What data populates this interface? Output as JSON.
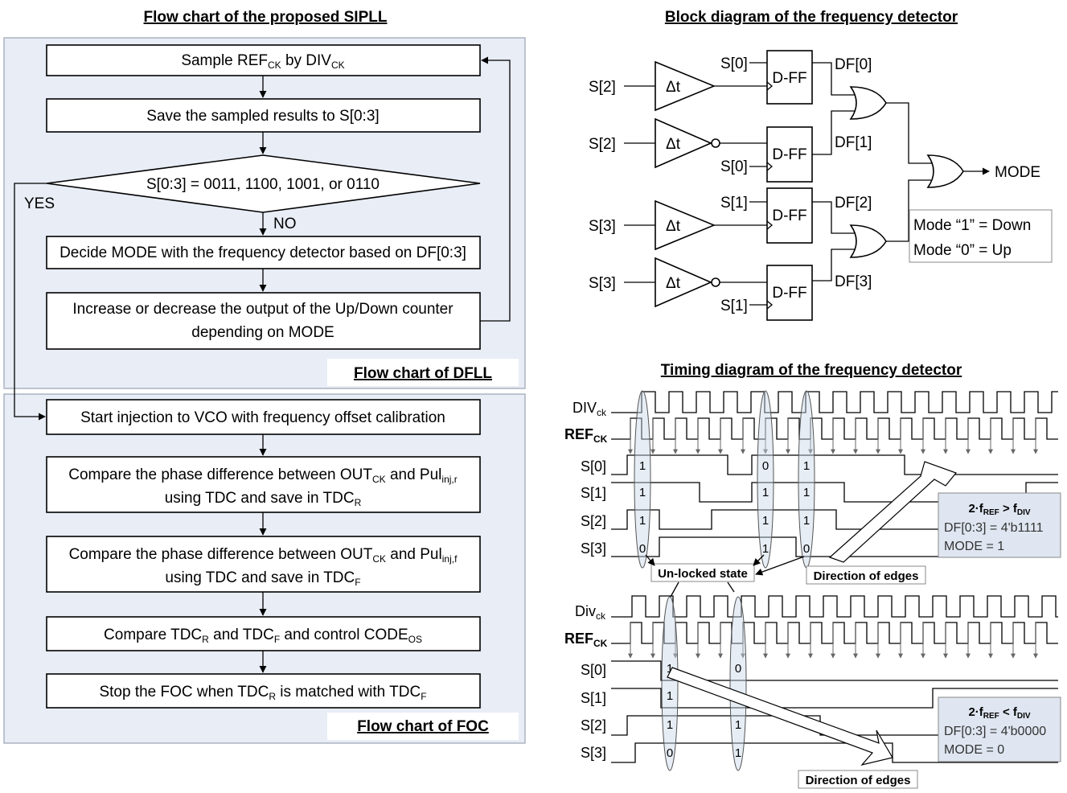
{
  "titles": {
    "flowchart": "Flow chart of the proposed SIPLL",
    "block_diagram": "Block diagram of the frequency detector",
    "timing": "Timing diagram of the frequency detector"
  },
  "dfll": {
    "section_label": "Flow chart of DFLL",
    "step1_main": "Sample REF",
    "step1_sub1": "CK",
    "step1_mid": " by DIV",
    "step1_sub2": "CK",
    "step2": "Save the sampled results to S[0:3]",
    "decision": "S[0:3] = 0011, 1100, 1001, or 0110",
    "yes": "YES",
    "no": "NO",
    "step3": "Decide MODE with the frequency detector based on DF[0:3]",
    "step4_line1": "Increase or decrease the output of the Up/Down counter",
    "step4_line2": "depending on MODE"
  },
  "foc": {
    "section_label": "Flow chart of FOC",
    "step1": "Start injection to VCO with frequency offset calibration",
    "step2_a": "Compare the phase difference between OUT",
    "step2_sub1": "CK",
    "step2_b": " and Pul",
    "step2_sub2": "inj,r",
    "step2_c": "using TDC and save in TDC",
    "step2_sub3": "R",
    "step3_a": "Compare the phase difference between OUT",
    "step3_sub1": "CK",
    "step3_b": " and Pul",
    "step3_sub2": "inj,f",
    "step3_c": "using TDC and save in TDC",
    "step3_sub3": "F",
    "step4_a": "Compare TDC",
    "step4_sub1": "R",
    "step4_b": " and TDC",
    "step4_sub2": "F",
    "step4_c": " and control CODE",
    "step4_sub3": "OS",
    "step5_a": "Stop the FOC when TDC",
    "step5_sub1": "R",
    "step5_b": " is matched with TDC",
    "step5_sub2": "F"
  },
  "block": {
    "inputs": [
      "S[2]",
      "S[2]",
      "S[3]",
      "S[3]"
    ],
    "delay": "Δt",
    "dff": "D-FF",
    "clk_labels": [
      "S[0]",
      "S[0]",
      "S[1]",
      "S[1]"
    ],
    "outputs": [
      "DF[0]",
      "DF[1]",
      "DF[2]",
      "DF[3]"
    ],
    "mode": "MODE",
    "legend_1": "Mode “1” = Down",
    "legend_0": "Mode “0” = Up"
  },
  "timing": {
    "top": {
      "div_label": "DIV",
      "div_sub": "ck",
      "ref_label": "REF",
      "ref_sub": "CK",
      "signals": [
        "S[0]",
        "S[1]",
        "S[2]",
        "S[3]"
      ],
      "col1_values": [
        "1",
        "1",
        "1",
        "0"
      ],
      "col2_values": [
        "0",
        "1",
        "1",
        "1"
      ],
      "col3_values": [
        "1",
        "1",
        "1",
        "0"
      ],
      "unlocked": "Un-locked state",
      "direction": "Direction of edges",
      "info_title": "2·f",
      "info_sub1": "REF",
      "info_gt": " > f",
      "info_sub2": "DIV",
      "info_df": "DF[0:3] = 4'b1111",
      "info_mode": "MODE = 1"
    },
    "bottom": {
      "div_label": "Div",
      "div_sub": "ck",
      "ref_label": "REF",
      "ref_sub": "CK",
      "signals": [
        "S[0]",
        "S[1]",
        "S[2]",
        "S[3]"
      ],
      "col1_values": [
        "1",
        "1",
        "1",
        "0"
      ],
      "col2_values": [
        "0",
        "1",
        "1",
        "1"
      ],
      "direction": "Direction of edges",
      "info_title": "2·f",
      "info_sub1": "REF",
      "info_lt": " < f",
      "info_sub2": "DIV",
      "info_df": "DF[0:3] = 4'b0000",
      "info_mode": "MODE = 0"
    }
  }
}
